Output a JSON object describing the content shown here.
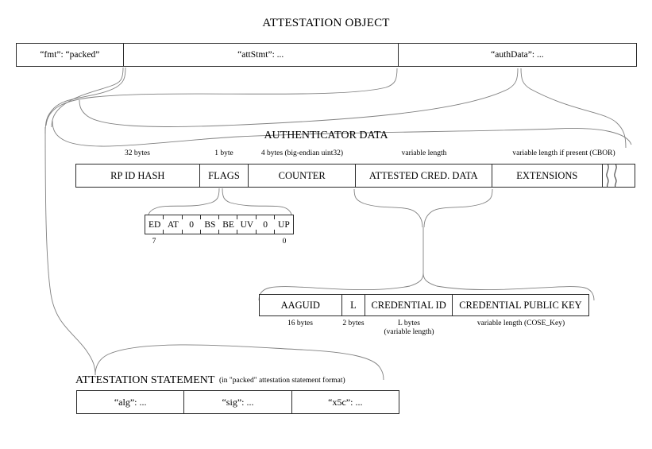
{
  "diagram": {
    "title": "ATTESTATION OBJECT",
    "background_color": "#ffffff",
    "line_color": "#2b2b2b",
    "connector_color": "#808080"
  },
  "attestation_object": {
    "fields": [
      {
        "label": "“fmt”: “packed”"
      },
      {
        "label": "“attStmt”: ..."
      },
      {
        "label": "“authData”: ..."
      }
    ]
  },
  "authenticator_data": {
    "title": "AUTHENTICATOR DATA",
    "fields": [
      {
        "label": "RP ID HASH",
        "size": "32 bytes"
      },
      {
        "label": "FLAGS",
        "size": "1 byte"
      },
      {
        "label": "COUNTER",
        "size": "4 bytes (big-endian uint32)"
      },
      {
        "label": "ATTESTED CRED. DATA",
        "size": "variable length"
      },
      {
        "label": "EXTENSIONS",
        "size": "variable length if present (CBOR)"
      }
    ]
  },
  "flags": {
    "bits": [
      "ED",
      "AT",
      "0",
      "BS",
      "BE",
      "UV",
      "0",
      "UP"
    ],
    "high_bit_label": "7",
    "low_bit_label": "0"
  },
  "attested_credential_data": {
    "fields": [
      {
        "label": "AAGUID",
        "size": "16 bytes"
      },
      {
        "label": "L",
        "size": "2 bytes"
      },
      {
        "label": "CREDENTIAL ID",
        "size": "L bytes",
        "size2": "(variable length)"
      },
      {
        "label": "CREDENTIAL PUBLIC KEY",
        "size": "variable length (COSE_Key)"
      }
    ]
  },
  "attestation_statement": {
    "title": "ATTESTATION STATEMENT",
    "subtitle": "(in \"packed\" attestation statement format)",
    "fields": [
      {
        "label": "“alg”: ..."
      },
      {
        "label": "“sig”: ..."
      },
      {
        "label": "“x5c”: ..."
      }
    ]
  }
}
